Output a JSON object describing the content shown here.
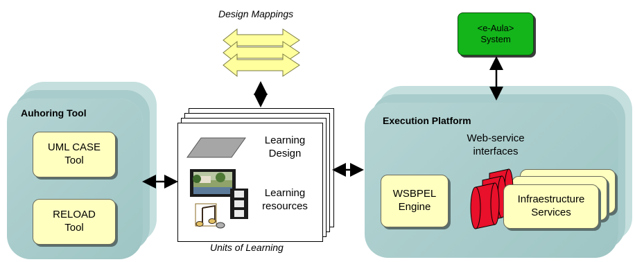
{
  "design_mappings": "Design Mappings",
  "eaula": {
    "line1": "<e-Aula>",
    "line2": "System"
  },
  "authoring": {
    "title": "Auhoring Tool",
    "uml": {
      "line1": "UML CASE",
      "line2": "Tool"
    },
    "reload": {
      "line1": "RELOAD",
      "line2": "Tool"
    }
  },
  "units": {
    "caption": "Units of Learning",
    "learning_design": {
      "line1": "Learning",
      "line2": "Design"
    },
    "learning_resources": {
      "line1": "Learning",
      "line2": "resources"
    }
  },
  "execution": {
    "title": "Execution Platform",
    "ws_interfaces": {
      "line1": "Web-service",
      "line2": "interfaces"
    },
    "wsbpel": {
      "line1": "WSBPEL",
      "line2": "Engine"
    },
    "infra": {
      "line1": "Infraestructure",
      "line2": "Services"
    }
  },
  "colors": {
    "panel": "#a9cccb",
    "yellow_box": "#ffffc0",
    "green_box": "#13b51a",
    "interface_red": "#e8102a"
  }
}
